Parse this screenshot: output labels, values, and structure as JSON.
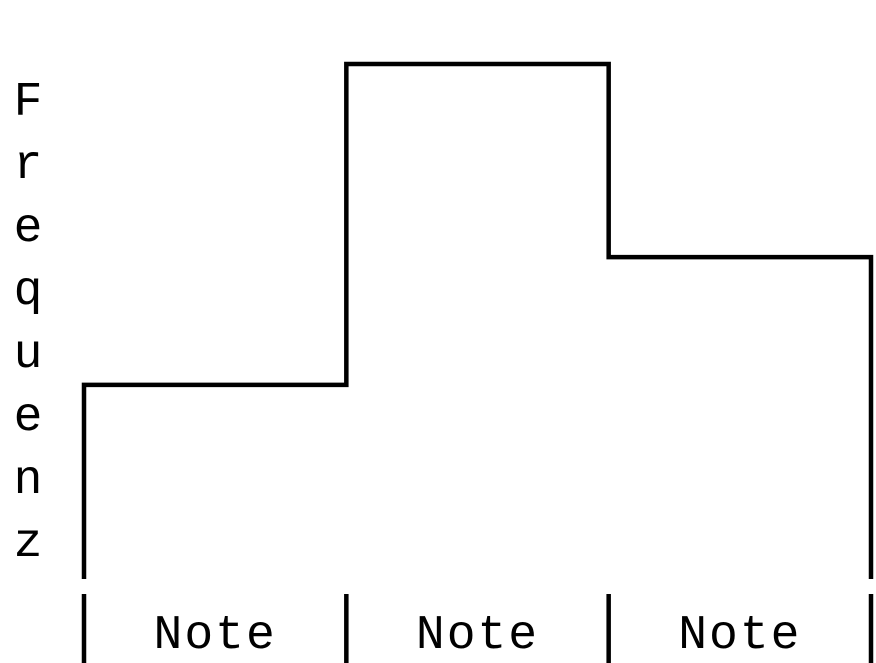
{
  "colors": {
    "background": "#ffffff",
    "line": "#000000",
    "text": "#000000"
  },
  "chart_data": {
    "type": "step",
    "title": "",
    "xlabel": "",
    "ylabel": "Frequenz",
    "categories": [
      "Note",
      "Note",
      "Note"
    ],
    "values": [
      0.377,
      1.0,
      0.625
    ],
    "ylim": [
      0,
      1.0
    ],
    "grid": false,
    "legend": false,
    "layout_hints": {
      "y_numeric_ticks_shown": false,
      "x_ticks": "boundary ticks between equal-width category segments",
      "ylabel_orientation": "vertical, one letter per line",
      "style": "black 4.5px step outline on white, monospace serif labels"
    }
  }
}
